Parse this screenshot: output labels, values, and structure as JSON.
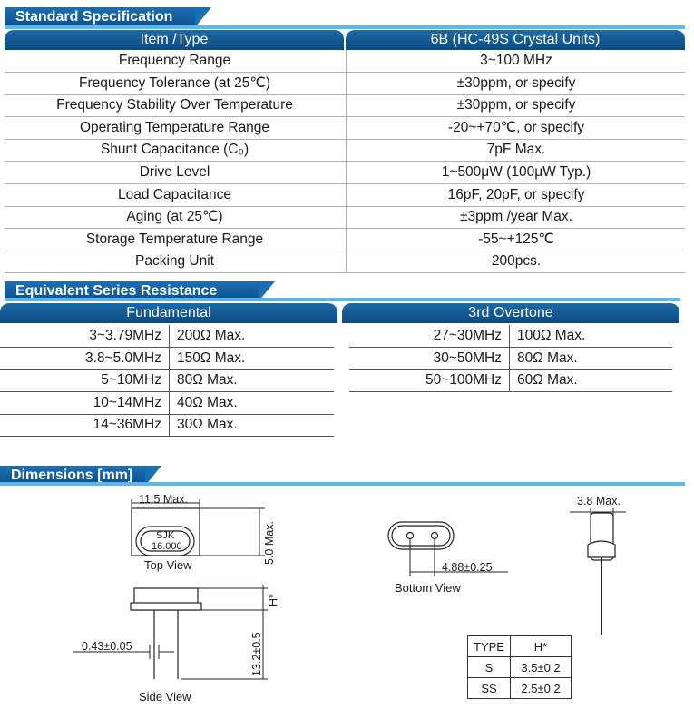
{
  "sections": {
    "spec": "Standard Specification",
    "esr": "Equivalent Series Resistance",
    "dims": "Dimensions [mm]"
  },
  "spec_table": {
    "header": [
      "Item /Type",
      "6B (HC-49S Crystal Units)"
    ],
    "rows": [
      [
        "Frequency Range",
        "3~100 MHz"
      ],
      [
        "Frequency Tolerance (at 25℃)",
        "±30ppm, or specify"
      ],
      [
        "Frequency Stability Over Temperature",
        "±30ppm, or specify"
      ],
      [
        "Operating Temperature Range",
        "-20~+70℃, or specify"
      ],
      [
        "Shunt Capacitance (C₀)",
        "7pF Max."
      ],
      [
        "Drive Level",
        "1~500μW (100μW Typ.)"
      ],
      [
        "Load Capacitance",
        "16pF, 20pF, or specify"
      ],
      [
        "Aging (at 25℃)",
        "±3ppm /year Max."
      ],
      [
        "Storage Temperature Range",
        "-55~+125℃"
      ],
      [
        "Packing Unit",
        "200pcs."
      ]
    ]
  },
  "esr": {
    "fundamental_title": "Fundamental",
    "overtone_title": "3rd Overtone",
    "fundamental": [
      [
        "3~3.79MHz",
        "200Ω Max."
      ],
      [
        "3.8~5.0MHz",
        "150Ω Max."
      ],
      [
        "5~10MHz",
        "80Ω Max."
      ],
      [
        "10~14MHz",
        "40Ω Max."
      ],
      [
        "14~36MHz",
        "30Ω Max."
      ]
    ],
    "overtone": [
      [
        "27~30MHz",
        "100Ω Max."
      ],
      [
        "30~50MHz",
        "80Ω Max."
      ],
      [
        "50~100MHz",
        "60Ω Max."
      ]
    ]
  },
  "dimensions": {
    "width_label": "11.5 Max.",
    "height_label": "5.0 Max.",
    "marking_line1": "SJK",
    "marking_line2": "16.000",
    "top_view": "Top View",
    "h_label": "H*",
    "lead_dia": "0.43±0.05",
    "lead_len": "13.2±0.5",
    "side_view": "Side View",
    "pitch": "4.88±0.25",
    "bottom_view": "Bottom View",
    "thickness": "3.8 Max.",
    "type_table": {
      "header": [
        "TYPE",
        "H*"
      ],
      "rows": [
        [
          "S",
          "3.5±0.2"
        ],
        [
          "SS",
          "2.5±0.2"
        ]
      ]
    }
  }
}
